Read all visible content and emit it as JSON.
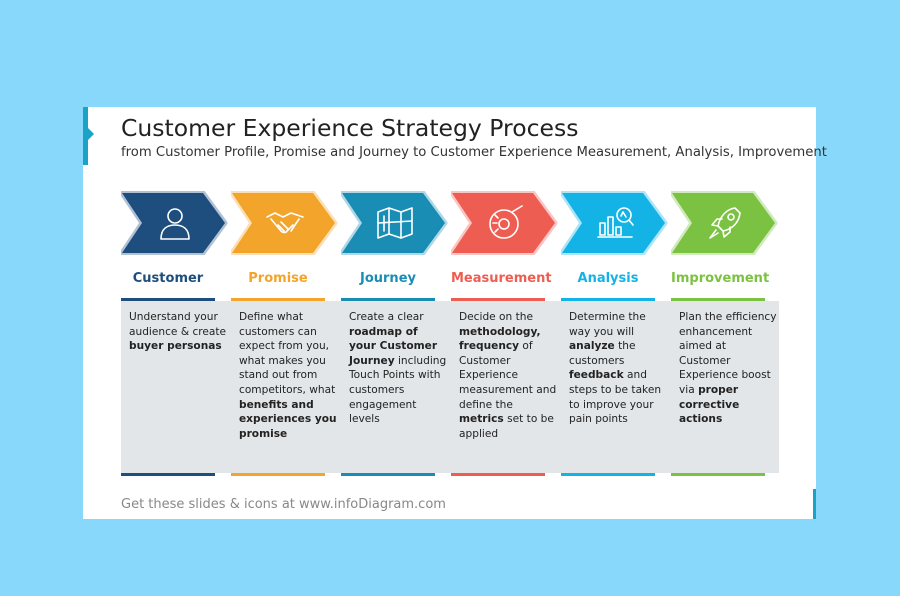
{
  "slide": {
    "title": "Customer Experience Strategy Process",
    "subtitle": "from Customer Profile, Promise and Journey to Customer Experience Measurement, Analysis, Improvement",
    "footer": "Get these slides & icons at www.infoDiagram.com"
  },
  "steps": [
    {
      "label": "Customer",
      "icon": "person-icon",
      "color": "#1d4e7e",
      "description": [
        {
          "t": "Understand your audience & create "
        },
        {
          "t": "buyer personas",
          "b": true
        }
      ]
    },
    {
      "label": "Promise",
      "icon": "handshake-icon",
      "color": "#f3a42a",
      "description": [
        {
          "t": "Define what customers can expect from you, what makes you stand out from competitors, what "
        },
        {
          "t": "benefits and experiences you promise",
          "b": true
        }
      ]
    },
    {
      "label": "Journey",
      "icon": "map-icon",
      "color": "#1a8db5",
      "description": [
        {
          "t": "Create a clear "
        },
        {
          "t": "roadmap of your Customer Journey",
          "b": true
        },
        {
          "t": " including Touch Points with customers engagement levels"
        }
      ]
    },
    {
      "label": "Measurement",
      "icon": "tape-measure-icon",
      "color": "#ee5d52",
      "description": [
        {
          "t": "Decide on the "
        },
        {
          "t": "methodology, frequency",
          "b": true
        },
        {
          "t": " of Customer Experience measurement and define the "
        },
        {
          "t": "metrics",
          "b": true
        },
        {
          "t": " set to be applied"
        }
      ]
    },
    {
      "label": "Analysis",
      "icon": "magnifier-chart-icon",
      "color": "#14b3e6",
      "description": [
        {
          "t": "Determine the way you will "
        },
        {
          "t": "analyze",
          "b": true
        },
        {
          "t": " the customers "
        },
        {
          "t": "feedback",
          "b": true
        },
        {
          "t": " and steps to be taken to improve your pain points"
        }
      ]
    },
    {
      "label": "Improvement",
      "icon": "rocket-icon",
      "color": "#7cc242",
      "description": [
        {
          "t": "Plan the efficiency enhancement aimed at Customer Experience boost via "
        },
        {
          "t": "proper corrective actions",
          "b": true
        }
      ]
    }
  ]
}
